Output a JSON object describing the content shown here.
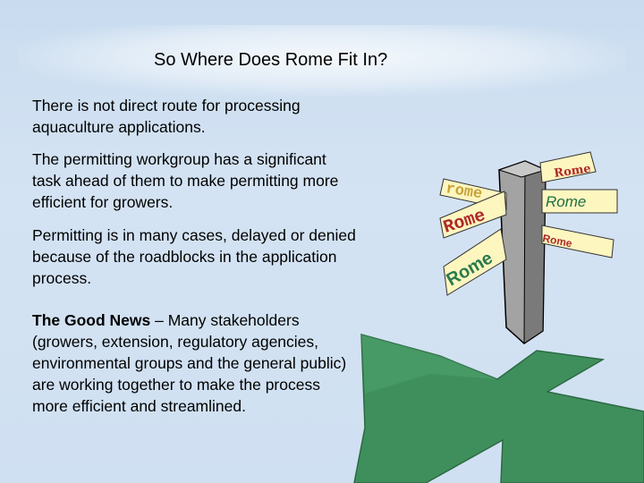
{
  "title": "So Where Does Rome Fit In?",
  "paragraphs": [
    "There is not direct route for processing aquaculture applications.",
    "The permitting workgroup has a significant task ahead of them to make permitting more efficient for growers.",
    "Permitting is in many cases, delayed or denied because of the roadblocks in the application process."
  ],
  "good_news": {
    "lead": "The Good News",
    "text": " – Many stakeholders (growers, extension, regulatory agencies, environmental groups and the general public) are working together to make the process more efficient and streamlined."
  },
  "signs": {
    "left_top": "rome",
    "left_mid": "Rome",
    "left_bottom": "Rome",
    "right_top": "Rome",
    "right_mid": "Rome",
    "right_bottom": "Rome"
  },
  "colors": {
    "sign_fill": "#fdf6bf",
    "crossroad": "#3f8f5c",
    "post": "#a3a3a3",
    "text_red": "#b0282a"
  }
}
